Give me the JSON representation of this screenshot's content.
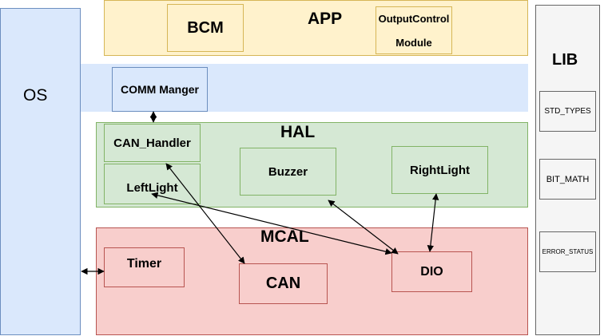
{
  "layers": {
    "os": {
      "label": "OS"
    },
    "app": {
      "label": "APP"
    },
    "hal": {
      "label": "HAL"
    },
    "mcal": {
      "label": "MCAL"
    },
    "lib": {
      "label": "LIB"
    }
  },
  "modules": {
    "bcm": "BCM",
    "output_control_line1": "OutputControl",
    "output_control_line2": "Module",
    "comm_manager": "COMM Manger",
    "can_handler": "CAN_Handler",
    "left_light": "LeftLight",
    "buzzer": "Buzzer",
    "right_light": "RightLight",
    "timer": "Timer",
    "can": "CAN",
    "dio": "DIO"
  },
  "lib_modules": {
    "std_types": "STD_TYPES",
    "bit_math": "BIT_MATH",
    "error_status": "ERROR_STATUS"
  },
  "connections": [
    {
      "from": "comm_manager",
      "to": "can_handler",
      "direction": "both"
    },
    {
      "from": "can_handler",
      "to": "can",
      "direction": "both"
    },
    {
      "from": "left_light",
      "to": "dio",
      "direction": "both"
    },
    {
      "from": "buzzer",
      "to": "dio",
      "direction": "both"
    },
    {
      "from": "right_light",
      "to": "dio",
      "direction": "both"
    },
    {
      "from": "os",
      "to": "timer",
      "direction": "both"
    }
  ],
  "colors": {
    "app_fill": "#fff2cc",
    "app_stroke": "#d6b656",
    "os_fill": "#dae8fc",
    "os_stroke": "#6c8ebf",
    "hal_fill": "#d5e8d4",
    "hal_stroke": "#82b366",
    "mcal_fill": "#f8cecc",
    "mcal_stroke": "#b85450",
    "lib_fill": "#f5f5f5",
    "lib_stroke": "#666666"
  }
}
